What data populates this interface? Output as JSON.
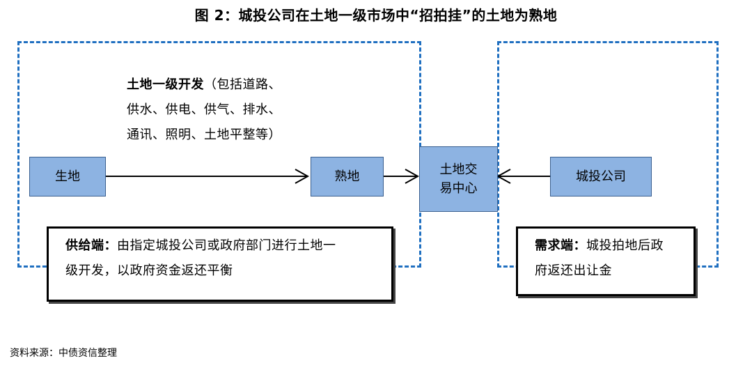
{
  "title": "图 2：城投公司在土地一级市场中“招拍挂”的土地为熟地",
  "nodes": {
    "raw_land": "生地",
    "developed_land": "熟地",
    "exchange_line1": "土地交",
    "exchange_line2": "易中心",
    "lgfv": "城投公司"
  },
  "development": {
    "heading": "土地一级开发",
    "line1_rest": "（包括道路、",
    "line2": "供水、供电、供气、排水、",
    "line3": "通讯、照明、土地平整等）"
  },
  "supply": {
    "heading": "供给端：",
    "text_line1": "由指定城投公司或政府部门进行土地一",
    "text_line2": "级开发，以政府资金返还平衡"
  },
  "demand": {
    "heading": "需求端：",
    "text_line1": "城投拍地后政",
    "text_line2": "府返还出让金"
  },
  "source": "资料来源：中债资信整理"
}
